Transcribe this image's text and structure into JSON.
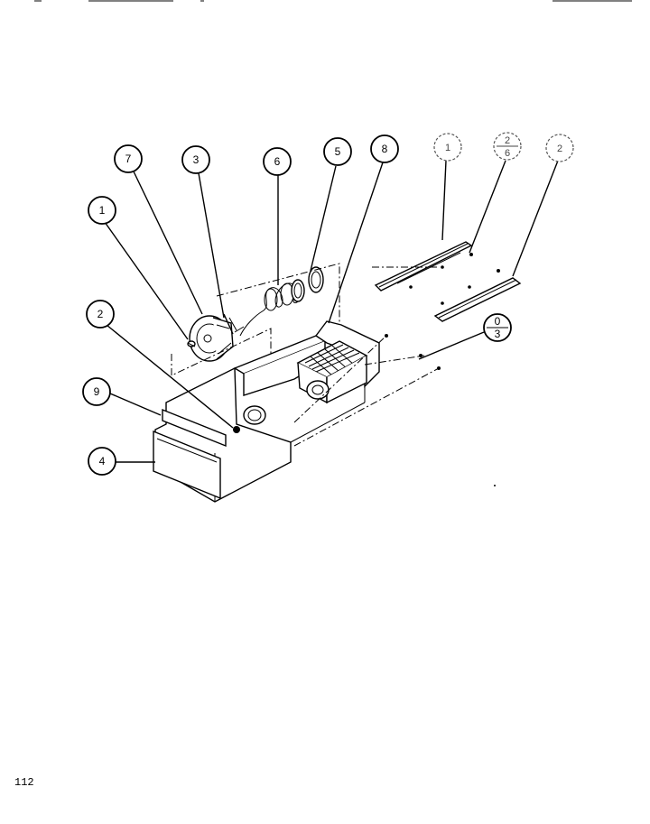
{
  "page_number": "112",
  "callouts": [
    {
      "id": "c7",
      "label": "7"
    },
    {
      "id": "c3",
      "label": "3"
    },
    {
      "id": "c6",
      "label": "6"
    },
    {
      "id": "c5",
      "label": "5"
    },
    {
      "id": "c8",
      "label": "8"
    },
    {
      "id": "c1a",
      "label": "1"
    },
    {
      "id": "c1b",
      "label": "1"
    },
    {
      "id": "c2a",
      "label": "2"
    },
    {
      "id": "c2b",
      "label": "2"
    },
    {
      "id": "c9",
      "label": "9"
    },
    {
      "id": "c4",
      "label": "4"
    },
    {
      "id": "c2_6_top",
      "label": "2"
    },
    {
      "id": "c2_6_bottom",
      "label": "6"
    },
    {
      "id": "c0_3_top",
      "label": "0"
    },
    {
      "id": "c0_3_bottom",
      "label": "3"
    }
  ]
}
